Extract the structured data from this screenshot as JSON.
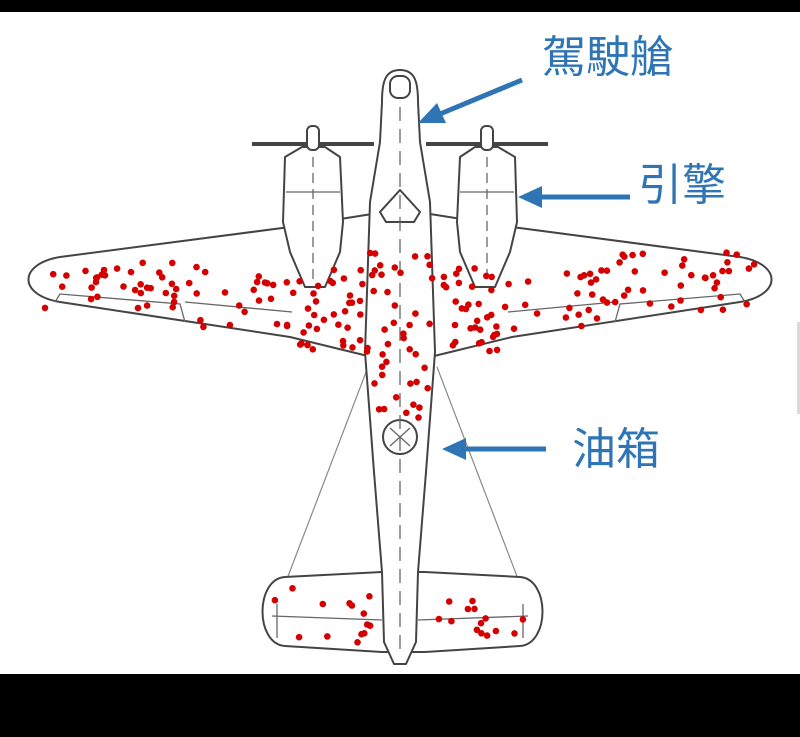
{
  "labels": {
    "cockpit": "駕駛艙",
    "engine": "引擎",
    "fuel_tank": "油箱"
  },
  "colors": {
    "background": "#000000",
    "canvas": "#ffffff",
    "outline": "#444444",
    "bullet_hole": "#d40000",
    "label": "#2f75b5"
  },
  "icons": {
    "aircraft": "aircraft-silhouette",
    "pointer": "arrow-icon",
    "hit": "bullet-hole-dot"
  }
}
